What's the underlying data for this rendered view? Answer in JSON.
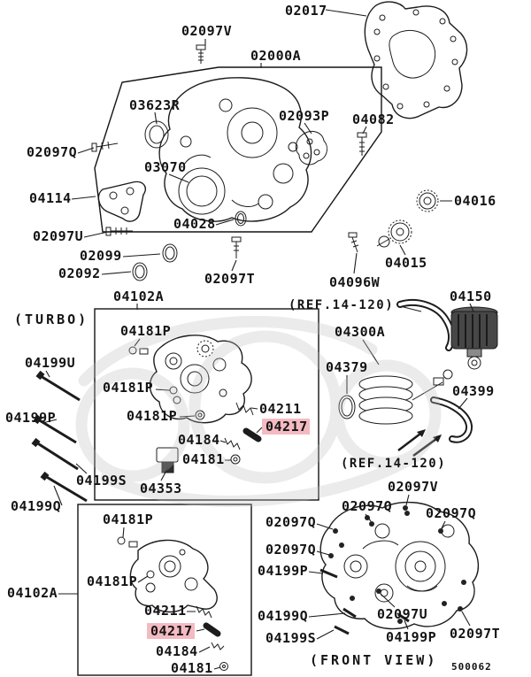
{
  "figure": {
    "captions": {
      "turbo": "(TURBO)",
      "ref_top": "(REF.14-120)",
      "ref_bottom": "(REF.14-120)",
      "front_view": "(FRONT VIEW)",
      "sheet_number": "500062"
    },
    "colors": {
      "highlight_bg": "#f4bac2",
      "highlight_text": "#9b2426",
      "ink": "#1c1c1c"
    }
  },
  "callouts": [
    {
      "text": "02017",
      "highlighted": false
    },
    {
      "text": "02097V",
      "highlighted": false
    },
    {
      "text": "02000A",
      "highlighted": false
    },
    {
      "text": "03623R",
      "highlighted": false
    },
    {
      "text": "02093P",
      "highlighted": false
    },
    {
      "text": "04082",
      "highlighted": false
    },
    {
      "text": "02097Q",
      "highlighted": false
    },
    {
      "text": "03070",
      "highlighted": false
    },
    {
      "text": "04114",
      "highlighted": false
    },
    {
      "text": "04028",
      "highlighted": false
    },
    {
      "text": "02097U",
      "highlighted": false
    },
    {
      "text": "02099",
      "highlighted": false
    },
    {
      "text": "02092",
      "highlighted": false
    },
    {
      "text": "02097T",
      "highlighted": false
    },
    {
      "text": "04096W",
      "highlighted": false
    },
    {
      "text": "04015",
      "highlighted": false
    },
    {
      "text": "04016",
      "highlighted": false
    },
    {
      "text": "04102A",
      "highlighted": false
    },
    {
      "text": "04150",
      "highlighted": false
    },
    {
      "text": "04300A",
      "highlighted": false
    },
    {
      "text": "04181P",
      "highlighted": false
    },
    {
      "text": "04199U",
      "highlighted": false
    },
    {
      "text": "04379",
      "highlighted": false
    },
    {
      "text": "04181P",
      "highlighted": false
    },
    {
      "text": "04399",
      "highlighted": false
    },
    {
      "text": "04199P",
      "highlighted": false
    },
    {
      "text": "04181P",
      "highlighted": false
    },
    {
      "text": "04211",
      "highlighted": false
    },
    {
      "text": "04217",
      "highlighted": true
    },
    {
      "text": "04184",
      "highlighted": false
    },
    {
      "text": "04181",
      "highlighted": false
    },
    {
      "text": "04199S",
      "highlighted": false
    },
    {
      "text": "04353",
      "highlighted": false
    },
    {
      "text": "04199Q",
      "highlighted": false
    },
    {
      "text": "02097V",
      "highlighted": false
    },
    {
      "text": "02097Q",
      "highlighted": false
    },
    {
      "text": "02097Q",
      "highlighted": false
    },
    {
      "text": "04181P",
      "highlighted": false
    },
    {
      "text": "02097Q",
      "highlighted": false
    },
    {
      "text": "02097Q",
      "highlighted": false
    },
    {
      "text": "04199P",
      "highlighted": false
    },
    {
      "text": "04181P",
      "highlighted": false
    },
    {
      "text": "04102A",
      "highlighted": false
    },
    {
      "text": "04211",
      "highlighted": false
    },
    {
      "text": "04199Q",
      "highlighted": false
    },
    {
      "text": "02097U",
      "highlighted": false
    },
    {
      "text": "04217",
      "highlighted": true
    },
    {
      "text": "04199S",
      "highlighted": false
    },
    {
      "text": "04199P",
      "highlighted": false
    },
    {
      "text": "02097T",
      "highlighted": false
    },
    {
      "text": "04184",
      "highlighted": false
    },
    {
      "text": "04181",
      "highlighted": false
    }
  ]
}
